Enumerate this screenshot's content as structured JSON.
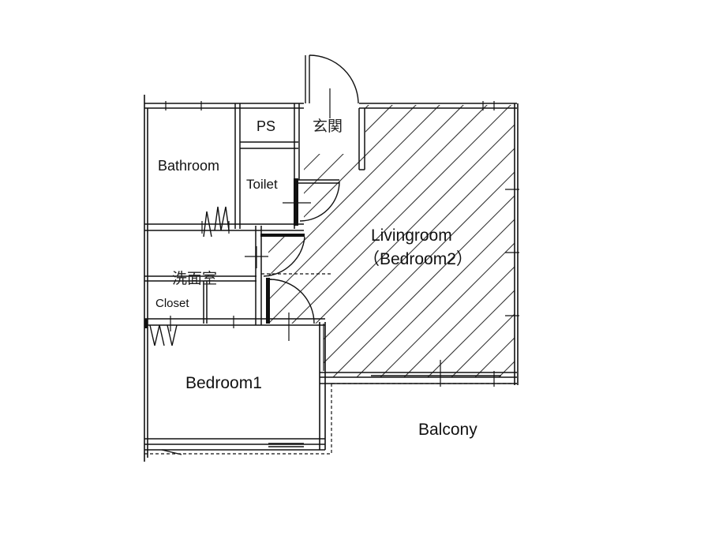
{
  "floorplan": {
    "rooms": {
      "ps": "PS",
      "entrance": "玄関",
      "bathroom": "Bathroom",
      "toilet": "Toilet",
      "livingroom_line1": "Livingroom",
      "livingroom_line2": "（Bedroom2）",
      "washroom": "洗面室",
      "closet": "Closet",
      "bedroom1": "Bedroom1",
      "balcony": "Balcony"
    },
    "colors": {
      "wall": "#111111",
      "hatch": "#333333",
      "background": "#ffffff"
    }
  }
}
